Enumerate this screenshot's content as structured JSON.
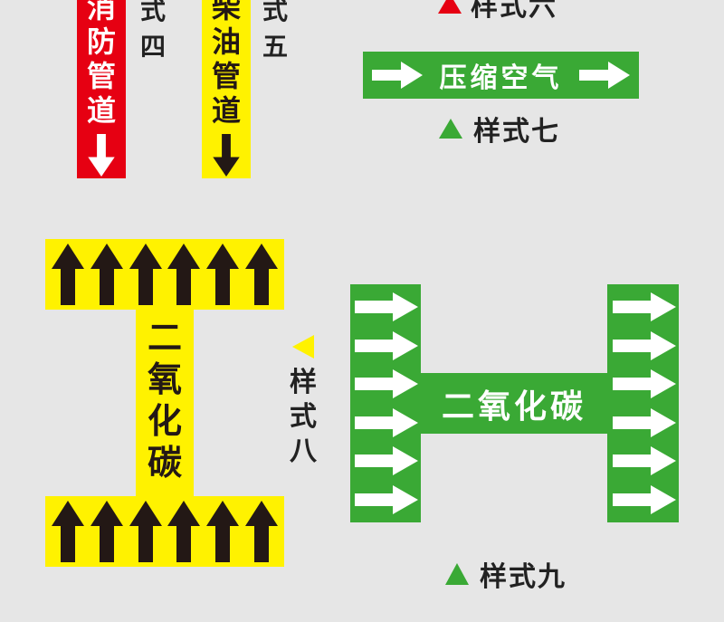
{
  "colors": {
    "background": "#e6e6e6",
    "red": "#e60012",
    "yellow": "#fff200",
    "green": "#3aa935",
    "dark": "#231815",
    "white": "#ffffff"
  },
  "style4": {
    "label_chars": [
      "消",
      "防",
      "管",
      "道"
    ],
    "caption_chars": [
      "式",
      "四"
    ],
    "arrow": "down-arrow-icon"
  },
  "style5": {
    "label_chars": [
      "柴",
      "油",
      "管",
      "道"
    ],
    "caption_chars": [
      "式",
      "五"
    ],
    "arrow": "down-arrow-icon"
  },
  "style6": {
    "caption": "样式六",
    "marker_color": "#e60012"
  },
  "style7": {
    "label": "压缩空气",
    "caption": "样式七",
    "marker_color": "#3aa935"
  },
  "style8": {
    "label_chars": [
      "二",
      "氧",
      "化",
      "碳"
    ],
    "caption_chars": [
      "样",
      "式",
      "八"
    ],
    "arrow_count_per_band": 6,
    "marker_color": "#fff200"
  },
  "style9": {
    "label": "二氧化碳",
    "caption": "样式九",
    "arrow_count_per_column": 6,
    "marker_color": "#3aa935"
  }
}
